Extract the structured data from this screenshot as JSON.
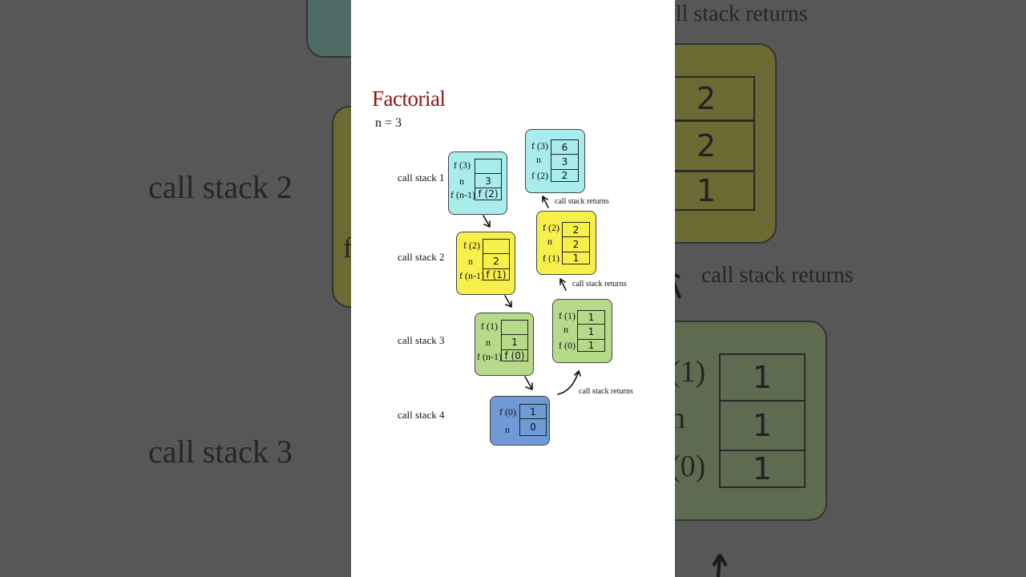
{
  "background": {
    "call_stack_2": "call stack 2",
    "call_stack_3": "call stack 3",
    "call_stack_returns_top": "call stack returns",
    "call_stack_returns_mid": "call stack returns",
    "frag_f": "f",
    "frag_n": "n",
    "frag_f1": "(1)",
    "frag_f0": "(0)",
    "cells_top": [
      "2",
      "2",
      "1"
    ],
    "cells_bottom": [
      "1",
      "1",
      "1"
    ]
  },
  "diagram": {
    "title": "Factorial",
    "n_value": "n = 3",
    "call_stacks": [
      "call stack 1",
      "call stack 2",
      "call stack 3",
      "call stack 4"
    ],
    "left_frames": [
      {
        "color": "#a8ecec",
        "rows": [
          [
            "f (3)",
            ""
          ],
          [
            "n",
            "3"
          ],
          [
            "f (n-1)",
            "f (2)"
          ]
        ]
      },
      {
        "color": "#f7ef4a",
        "rows": [
          [
            "f (2)",
            ""
          ],
          [
            "n",
            "2"
          ],
          [
            "f (n-1)",
            "f (1)"
          ]
        ]
      },
      {
        "color": "#b7d98a",
        "rows": [
          [
            "f (1)",
            ""
          ],
          [
            "n",
            "1"
          ],
          [
            "f (n-1)",
            "f (0)"
          ]
        ]
      },
      {
        "color": "#6f9ad6",
        "rows": [
          [
            "f (0)",
            "1"
          ],
          [
            "n",
            "0"
          ]
        ]
      }
    ],
    "right_frames": [
      {
        "color": "#a8ecec",
        "rows": [
          [
            "f (3)",
            "6"
          ],
          [
            "n",
            "3"
          ],
          [
            "f (2)",
            "2"
          ]
        ]
      },
      {
        "color": "#f7ef4a",
        "rows": [
          [
            "f (2)",
            "2"
          ],
          [
            "n",
            "2"
          ],
          [
            "f (1)",
            "1"
          ]
        ]
      },
      {
        "color": "#b7d98a",
        "rows": [
          [
            "f (1)",
            "1"
          ],
          [
            "n",
            "1"
          ],
          [
            "f (0)",
            "1"
          ]
        ]
      }
    ],
    "returns_label": [
      "call stack returns",
      "call stack returns",
      "call stack returns"
    ]
  }
}
